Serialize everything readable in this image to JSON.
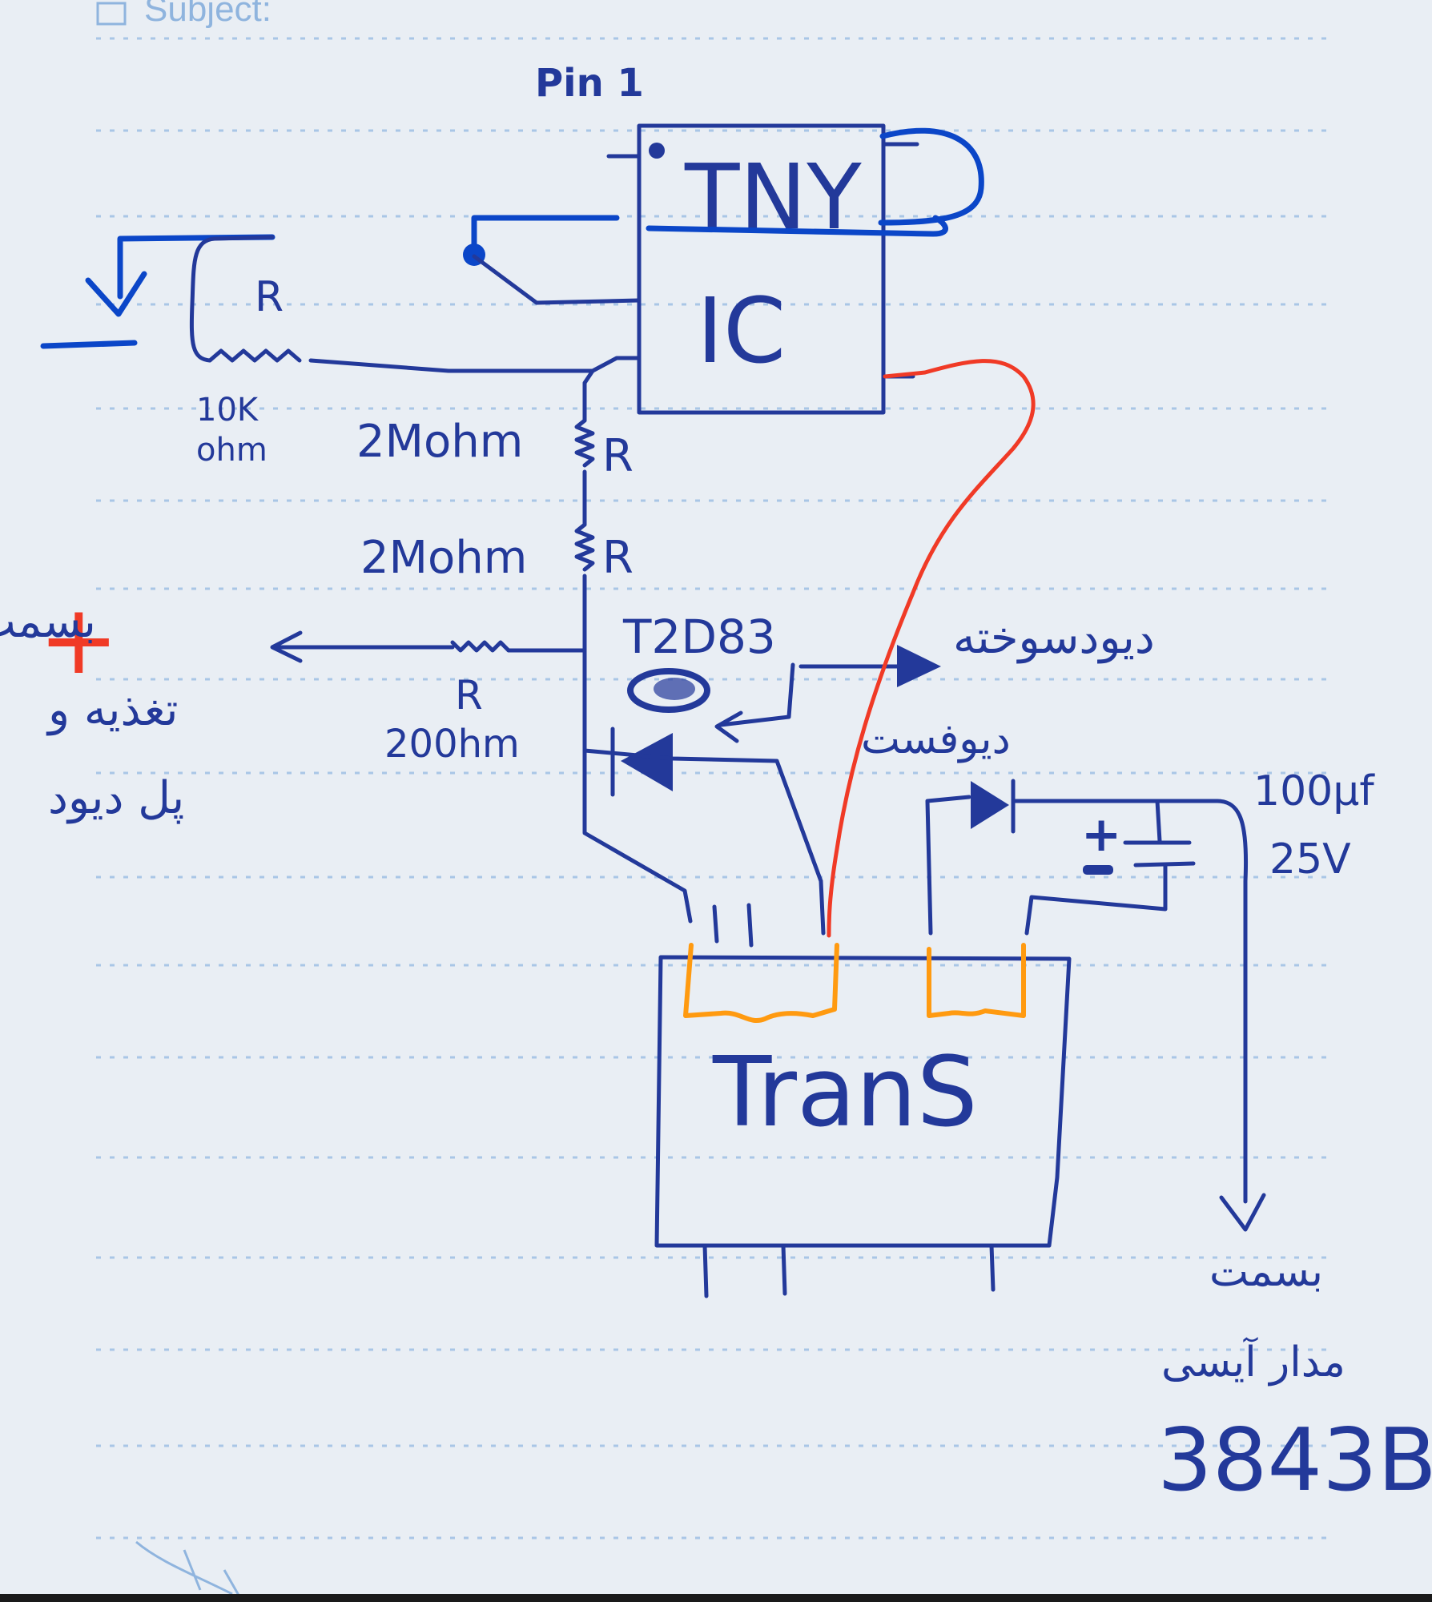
{
  "page": {
    "header_label": "Subject:",
    "background_color": "#e9eef4",
    "rule_color": "#a9c6e6",
    "ink_color": "#23399a",
    "blue_marker_color": "#0b46c8",
    "red_marker_color": "#f03a26",
    "orange_marker_color": "#ff9a10"
  },
  "ic": {
    "pin_label": "Pin 1",
    "name_line1": "TNY",
    "name_line2": "IC"
  },
  "resistors": {
    "r_feedback_label": "R",
    "r_feedback_value_line1": "10K",
    "r_feedback_value_line2": "ohm",
    "r1_value": "2Mohm",
    "r1_label": "R",
    "r2_value": "2Mohm",
    "r2_label": "R",
    "r3_label": "R",
    "r3_value": "200hm"
  },
  "parts": {
    "component_code": "T2D83",
    "capacitor_value_line1": "100μf",
    "capacitor_value_line2": "25V",
    "transformer_label": "TranS",
    "ic_part_number": "3843B",
    "plus_sign": "+"
  },
  "annotations": {
    "burnt_diode": "دیودسوخته",
    "fast_diode": "دیوفست",
    "to_supply_line1": "بسمت",
    "to_supply_line2": "تغذیه و",
    "to_supply_line3": "پل دیود",
    "to_ic_circuit_line1": "بسمت",
    "to_ic_circuit_line2": "مدار آیسی"
  }
}
